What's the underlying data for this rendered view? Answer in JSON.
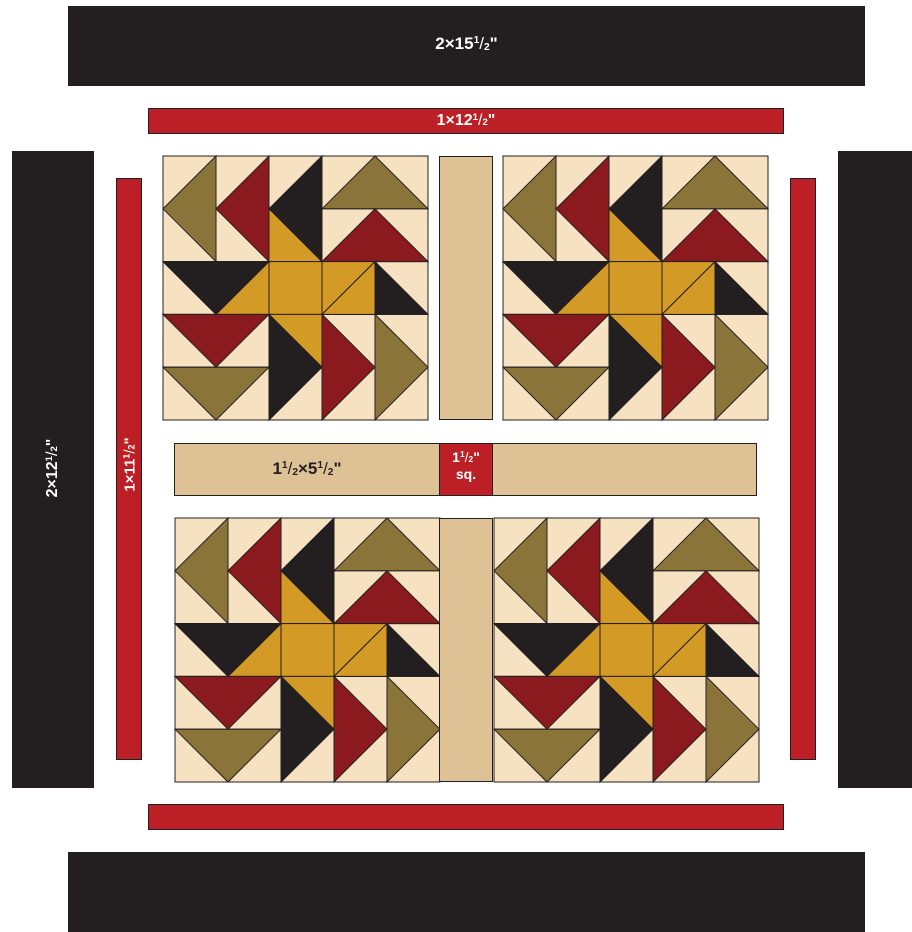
{
  "colors": {
    "black": "#231f20",
    "red": "#bc2026",
    "dark_red": "#8b1a1e",
    "olive": "#8b743a",
    "gold": "#d49a26",
    "cream": "#f6e1c1",
    "sashing": "#dfc196",
    "outline": "#231f20"
  },
  "labels": {
    "outer_top": "2×15½\"",
    "inner_top": "1×12½\"",
    "outer_left": "2×12½\"",
    "inner_left": "1×11½\"",
    "sashing_strip": "1½×5½\"",
    "cornerstone_line1": "1½\"",
    "cornerstone_line2": "sq."
  },
  "label_parts": {
    "outer_top": {
      "whole": "2×15",
      "num": "1",
      "den": "2",
      "mark": "\""
    },
    "inner_top": {
      "whole": "1×12",
      "num": "1",
      "den": "2",
      "mark": "\""
    },
    "outer_left": {
      "whole": "2×12",
      "num": "1",
      "den": "2",
      "mark": "\""
    },
    "inner_left": {
      "whole": "1×11",
      "num": "1",
      "den": "2",
      "mark": "\""
    },
    "sashing_strip": {
      "pre": "1",
      "num1": "1",
      "den1": "2",
      "mid": "×5",
      "num2": "1",
      "den2": "2",
      "mark": "\""
    },
    "cornerstone": {
      "whole": "1",
      "num": "1",
      "den": "2",
      "mark": "\"",
      "line2": "sq."
    }
  },
  "block_layout": {
    "grid": "4x5",
    "cells": [
      [
        "T_UL_olive",
        "T_UR_red",
        "T_UR_black",
        "H_top_olive"
      ],
      [
        "H_continue",
        "H_continue",
        "T_UR_black2",
        "H_top_red"
      ],
      [
        "H_left_black",
        "S_gold",
        "S_gold",
        "H_right_black"
      ],
      [
        "H_bottom_red",
        "T_DL_black",
        "T_DR_red",
        "T_DR_olive"
      ],
      [
        "H_bottom_olive",
        "T_DL_black2",
        "T_DR_red2",
        "T_DR_olive2"
      ]
    ]
  }
}
